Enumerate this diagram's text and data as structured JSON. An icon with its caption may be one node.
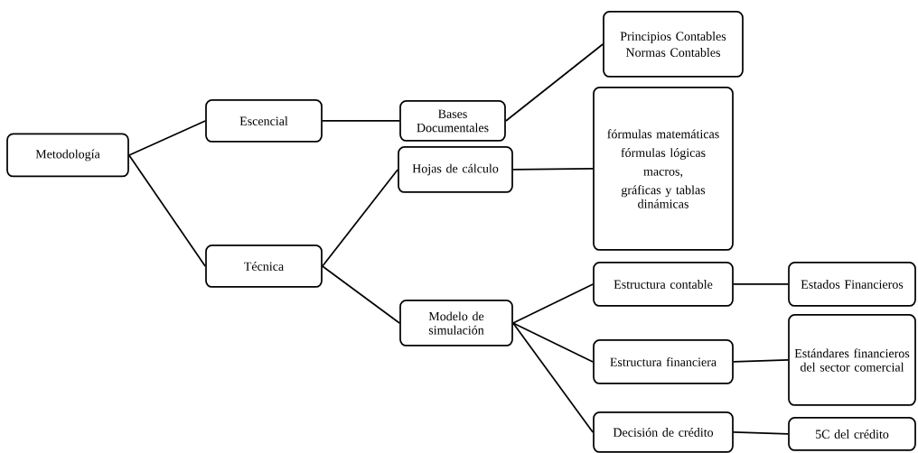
{
  "diagram": {
    "nodes": [
      {
        "text": [
          "Metodología"
        ]
      },
      {
        "text": [
          "Escencial"
        ]
      },
      {
        "text": [
          "Bases Documentales"
        ]
      },
      {
        "text": [
          "Principios Contables",
          "Normas Contables"
        ]
      },
      {
        "text": [
          "Técnica"
        ]
      },
      {
        "text": [
          "Hojas de cálculo"
        ]
      },
      {
        "text": [
          "fórmulas matemáticas",
          "fórmulas lógicas",
          "macros,",
          "gráficas y tablas dinámicas"
        ]
      },
      {
        "text": [
          "Modelo de simulación"
        ]
      },
      {
        "text": [
          "Estructura contable"
        ]
      },
      {
        "text": [
          "Estados Financieros"
        ]
      },
      {
        "text": [
          "Estructura financiera"
        ]
      },
      {
        "text": [
          "Estándares financieros del sector comercial"
        ]
      },
      {
        "text": [
          "Decisión de crédito"
        ]
      },
      {
        "text": [
          "5C del crédito"
        ]
      }
    ],
    "edges": [
      {
        "from": 0,
        "to": 1,
        "arrow": "none"
      },
      {
        "from": 0,
        "to": 4,
        "arrow": "none"
      },
      {
        "from": 1,
        "to": 2,
        "arrow": "none"
      },
      {
        "from": 2,
        "to": 3,
        "arrow": "none"
      },
      {
        "from": 4,
        "to": 5,
        "arrow": "none"
      },
      {
        "from": 4,
        "to": 7,
        "arrow": "none"
      },
      {
        "from": 5,
        "to": 6,
        "arrow": "none"
      },
      {
        "from": 7,
        "to": 8,
        "arrow": "none"
      },
      {
        "from": 7,
        "to": 10,
        "arrow": "none"
      },
      {
        "from": 7,
        "to": 12,
        "arrow": "none"
      },
      {
        "from": 8,
        "to": 9,
        "arrow": "none"
      },
      {
        "from": 10,
        "to": 11,
        "arrow": "none"
      },
      {
        "from": 12,
        "to": 13,
        "arrow": "none"
      }
    ]
  }
}
